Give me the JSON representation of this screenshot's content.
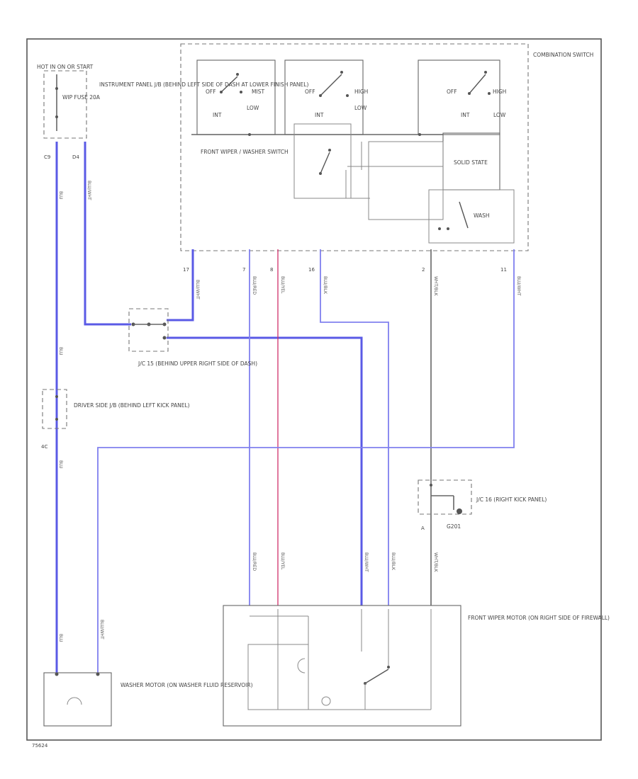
{
  "fuse_box": {
    "power_label": "HOT IN ON OR START",
    "fuse_label": "WIP FUSE 20A",
    "location_label": "INSTRUMENT PANEL J/B (BEHIND LEFT SIDE OF DASH AT LOWER FINISH PANEL)",
    "pin_left": "C9",
    "pin_right": "D4"
  },
  "combination_switch": {
    "label": "COMBINATION SWITCH",
    "front_switch_label": "FRONT WIPER / WASHER SWITCH",
    "solid_state_label": "SOLID STATE",
    "wash_label": "WASH",
    "positions": {
      "off": "OFF",
      "mist": "MIST",
      "int": "INT",
      "low": "LOW",
      "high": "HIGH"
    },
    "pins": [
      "17",
      "7",
      "8",
      "16",
      "2",
      "11"
    ]
  },
  "junction_upper": {
    "label": "J/C 15 (BEHIND UPPER RIGHT SIDE OF DASH)"
  },
  "driver_jb": {
    "label": "DRIVER SIDE J/B (BEHIND LEFT KICK PANEL)",
    "pin": "4C"
  },
  "junction_right": {
    "label": "J/C 16 (RIGHT KICK PANEL)",
    "ground_label": "G201",
    "pin": "A"
  },
  "washer_motor": {
    "label": "WASHER MOTOR (ON WASHER FLUID RESERVOIR)"
  },
  "wiper_motor": {
    "label": "FRONT WIPER MOTOR (ON RIGHT SIDE OF FIREWALL)"
  },
  "wire_colors": {
    "blue": "BLU",
    "blue_wht": "BLU/WHT",
    "blu_red": "BLU/RED",
    "blu_yel": "BLU/YEL",
    "blu_blk": "BLU/BLK",
    "wht_blk": "WHT/BLK"
  },
  "colors": {
    "power_wire": "#5a5ae6",
    "signal_wire": "#8080ee",
    "red_wire": "#d0306a"
  },
  "footer_code": "75624"
}
